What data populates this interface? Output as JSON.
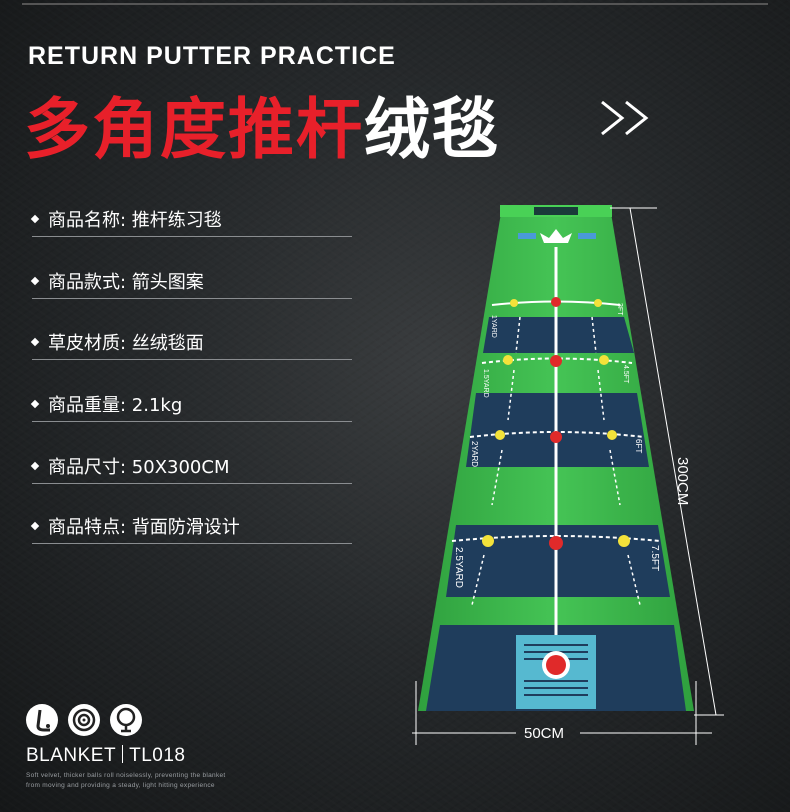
{
  "header": {
    "subtitle": "RETURN PUTTER PRACTICE",
    "title_red": "多角度推杆",
    "title_white": "绒毯"
  },
  "specs": [
    {
      "text": "商品名称: 推杆练习毯"
    },
    {
      "text": "商品款式: 箭头图案"
    },
    {
      "text": "草皮材质: 丝绒毯面"
    },
    {
      "text": "商品重量: 2.1kg"
    },
    {
      "text": "商品尺寸: 50X300CM"
    },
    {
      "text": "商品特点: 背面防滑设计"
    }
  ],
  "mat": {
    "length_label": "300CM",
    "width_label": "50CM",
    "markings": {
      "left_yard_1": "1YARD",
      "right_3ft": "3FT",
      "left_yard_1_5": "1.5YARD",
      "right_4_5ft": "4.5FT",
      "left_yard_2": "2YARD",
      "right_6ft": "6FT",
      "left_yard_2_5": "2.5YARD",
      "right_7_5ft": "7.5FT"
    },
    "colors": {
      "green": "#3bb54a",
      "navy": "#1f3d5c",
      "red": "#e02a2a",
      "yellow": "#f3e23a"
    }
  },
  "footer": {
    "icons": [
      "putter-icon",
      "target-icon",
      "golf-ball-icon"
    ],
    "brand": "BLANKET",
    "model": "TL018",
    "desc_line1": "Soft velvet, thicker balls roll noiselessly, preventing the blanket",
    "desc_line2": "from moving and providing a steady, light hitting experience"
  },
  "accent": {
    "red": "#e8202a",
    "white": "#ffffff"
  }
}
